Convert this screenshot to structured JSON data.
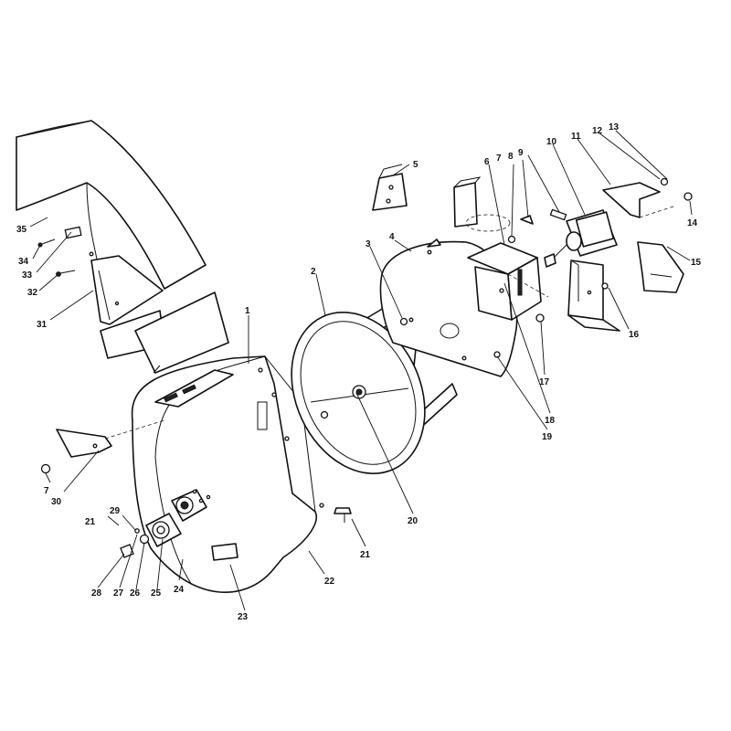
{
  "callouts": {
    "c1": "1",
    "c2": "2",
    "c3": "3",
    "c4": "4",
    "c5": "5",
    "c6": "6",
    "c7a": "7",
    "c7b": "7",
    "c8": "8",
    "c9": "9",
    "c10": "10",
    "c11": "11",
    "c12": "12",
    "c13": "13",
    "c14": "14",
    "c15": "15",
    "c16": "16",
    "c17": "17",
    "c18": "18",
    "c19": "19",
    "c20": "20",
    "c21a": "21",
    "c21b": "21",
    "c22": "22",
    "c23": "23",
    "c24": "24",
    "c25": "25",
    "c26": "26",
    "c27": "27",
    "c28": "28",
    "c29": "29",
    "c30": "30",
    "c31": "31",
    "c32": "32",
    "c33": "33",
    "c34": "34",
    "c35": "35"
  }
}
